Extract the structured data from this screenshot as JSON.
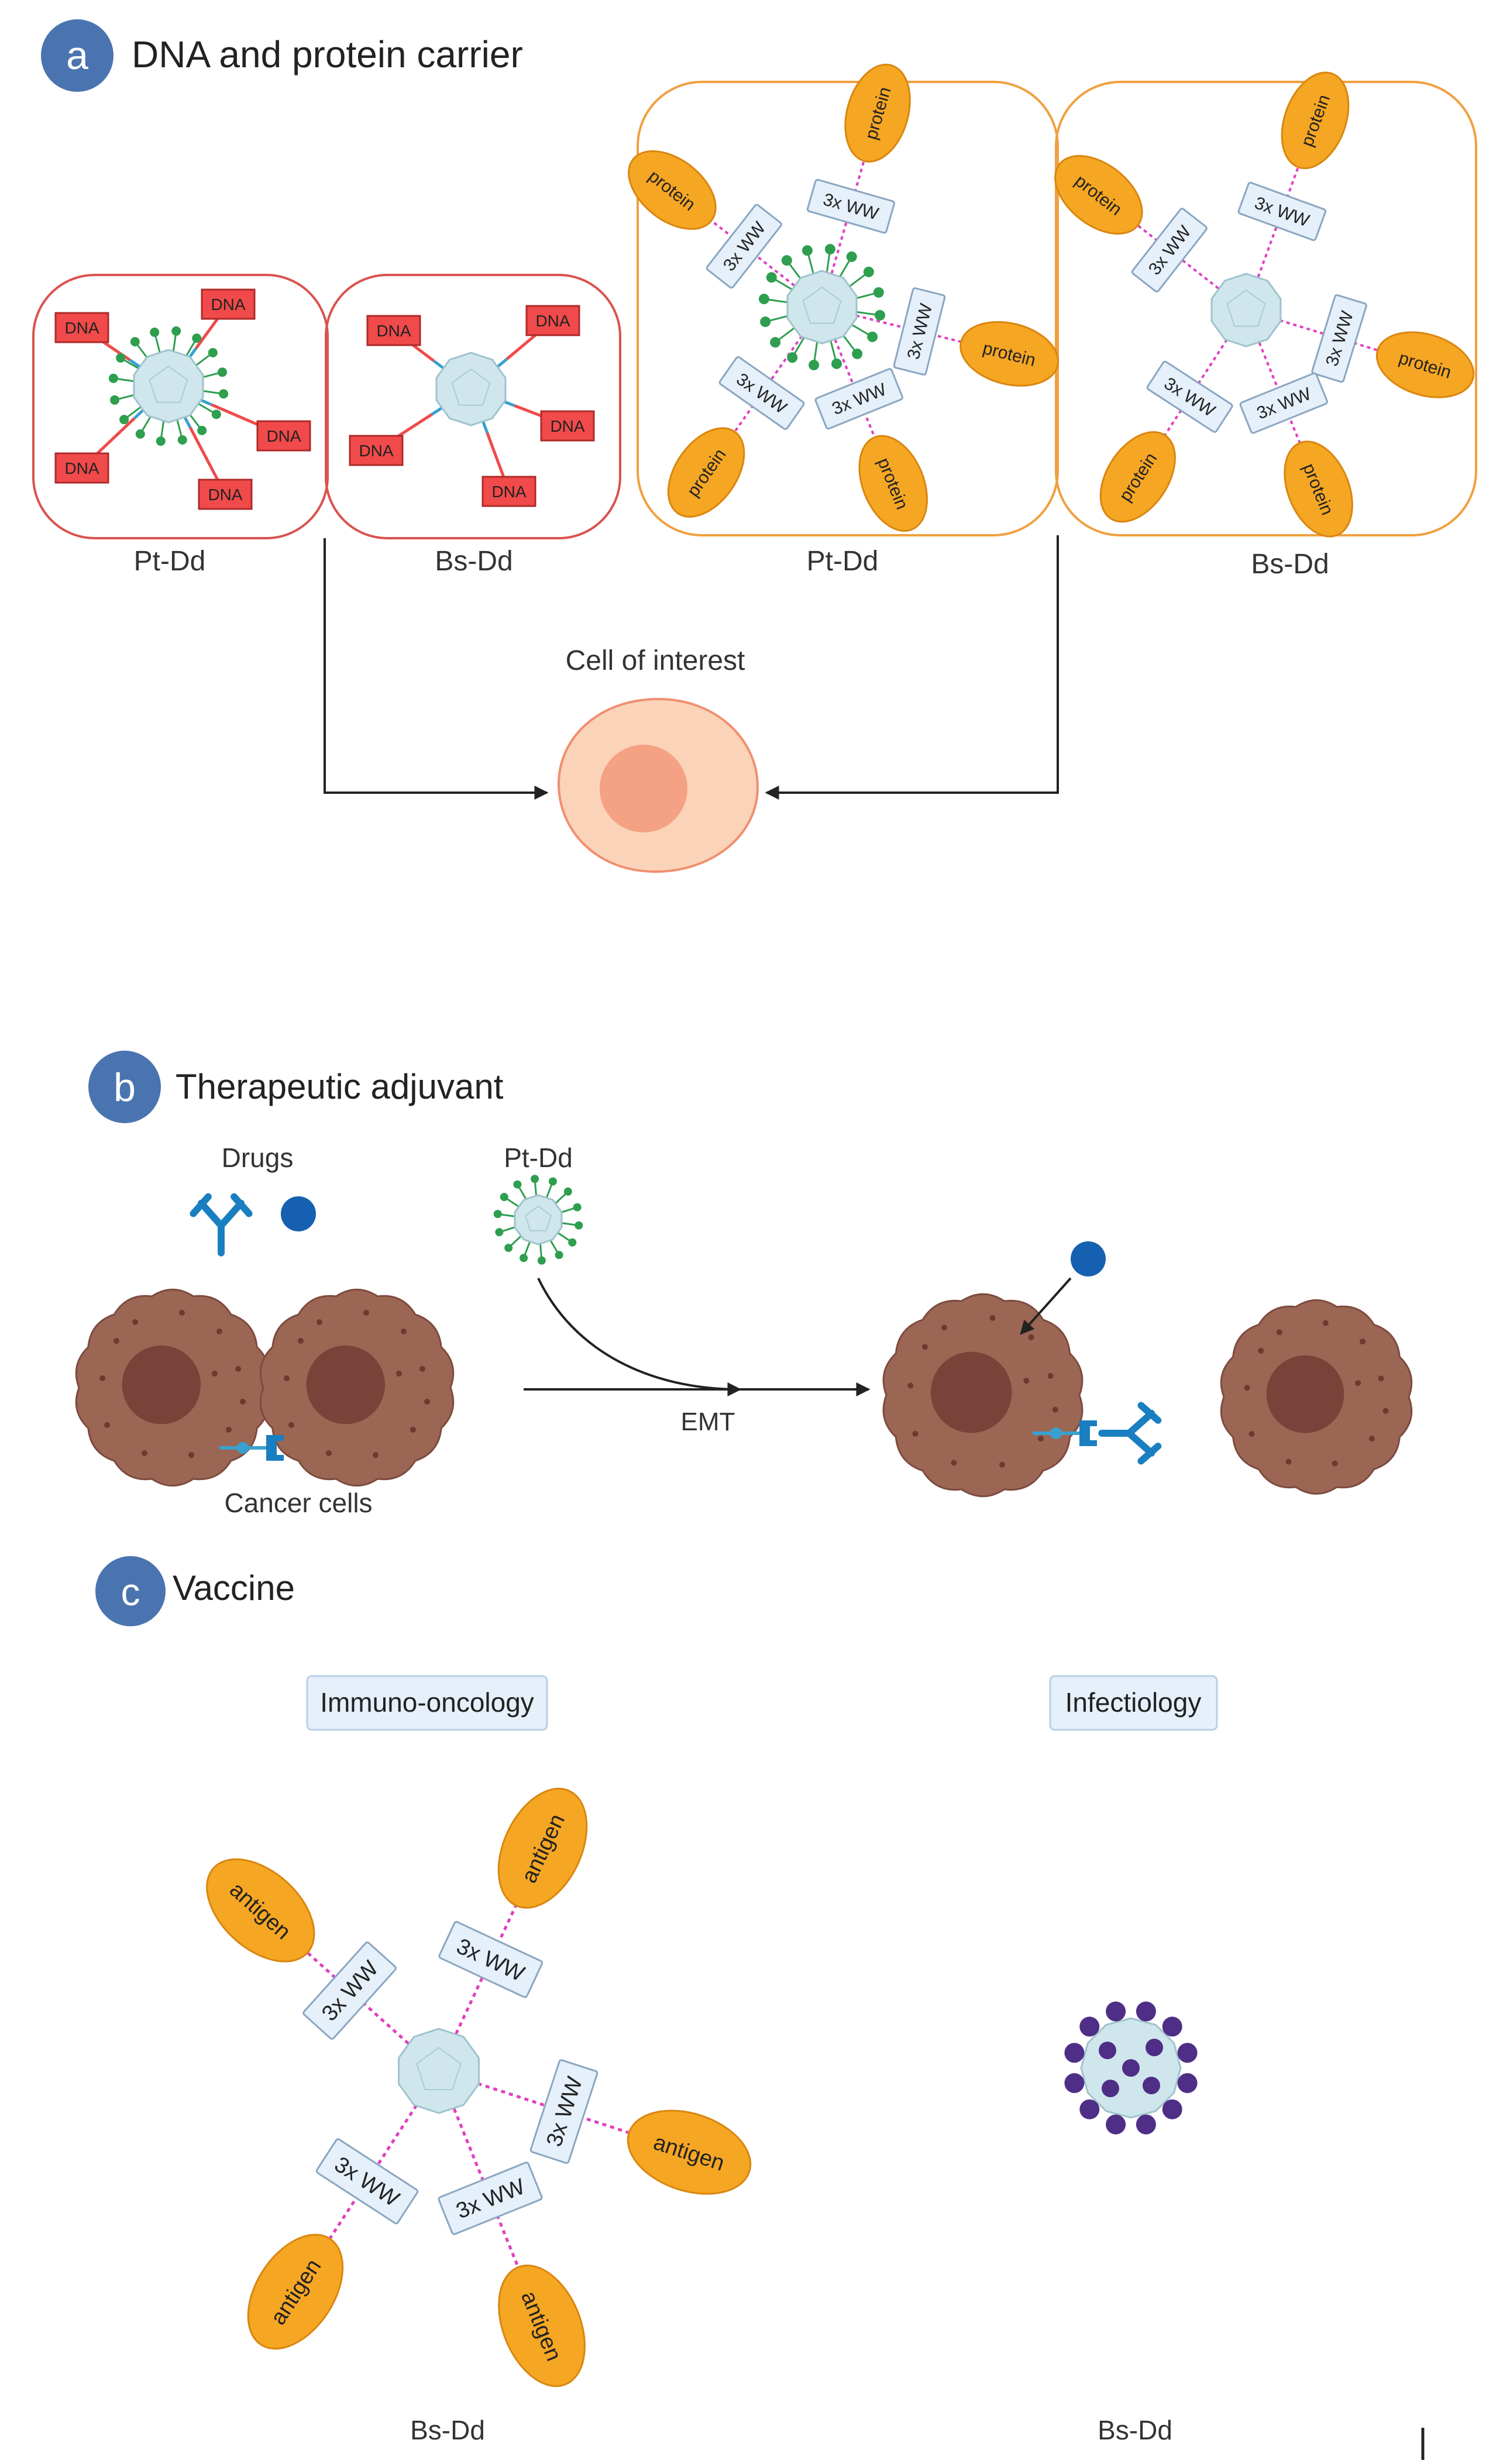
{
  "panel_a": {
    "badge": "a",
    "title": "DNA and protein carrier",
    "box_labels": [
      "Pt-Dd",
      "Bs-Dd",
      "Pt-Dd",
      "Bs-Dd"
    ],
    "dna_label": "DNA",
    "protein_label": "protein",
    "linker_label": "3x WW",
    "cell_label": "Cell of interest"
  },
  "panel_b": {
    "badge": "b",
    "title": "Therapeutic adjuvant",
    "drugs_label": "Drugs",
    "ptdd_label": "Pt-Dd",
    "emt_label": "EMT",
    "cancer_label": "Cancer cells"
  },
  "panel_c": {
    "badge": "c",
    "title": "Vaccine",
    "left_tag": "Immuno-oncology",
    "right_tag": "Infectiology",
    "antigen_label": "antigen",
    "linker_label": "3x WW",
    "left_caption": "Bs-Dd",
    "right_caption": "Bs-Dd"
  },
  "colors": {
    "badge": "#4a74b0",
    "red_frame": "#d9534f",
    "orange_frame": "#f0a040",
    "dna_box": "#f04a4a",
    "protein": "#f5a623",
    "dendrimer": "#cfe6ec",
    "green_dot": "#2e9e4f",
    "blue_link": "#3aa0d0",
    "pink_link": "#e040c0",
    "cell_outer": "#fbd3b8",
    "cell_inner": "#f4a283",
    "cancer": "#9b6654",
    "cancer_nucleus": "#7a4238",
    "drug_blue": "#1560b0",
    "antibody": "#1a7fc0",
    "vaccine_dot": "#4e2e86"
  }
}
